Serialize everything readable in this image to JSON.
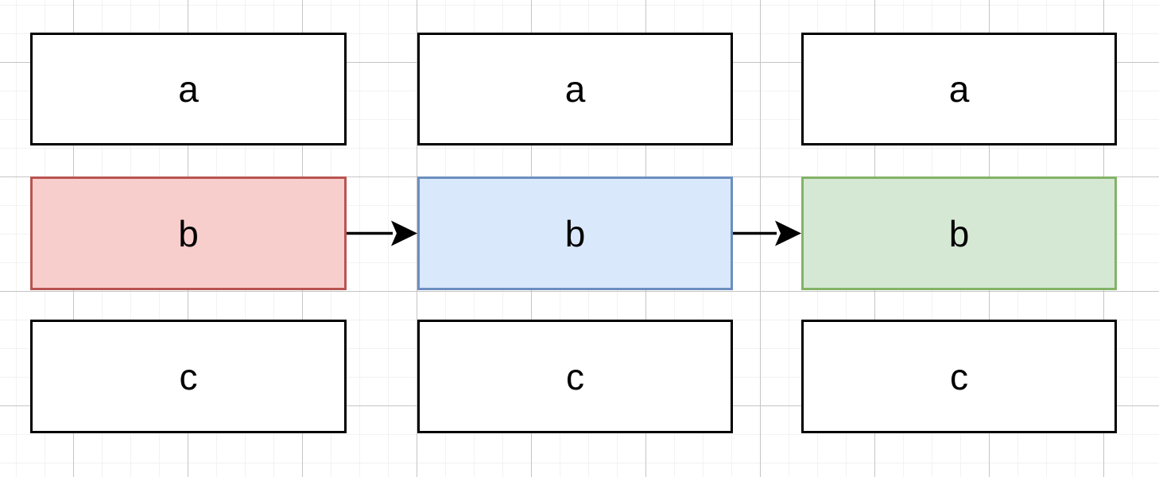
{
  "canvas": {
    "grid_minor_color": "#f2f2f2",
    "grid_major_color": "#c5c5c5",
    "background_color": "#ffffff"
  },
  "nodes": [
    {
      "id": "a1",
      "label": "a",
      "fill": "#ffffff",
      "stroke": "#000000"
    },
    {
      "id": "a2",
      "label": "a",
      "fill": "#ffffff",
      "stroke": "#000000"
    },
    {
      "id": "a3",
      "label": "a",
      "fill": "#ffffff",
      "stroke": "#000000"
    },
    {
      "id": "b1",
      "label": "b",
      "fill": "#f8cecc",
      "stroke": "#b85450"
    },
    {
      "id": "b2",
      "label": "b",
      "fill": "#dae8fc",
      "stroke": "#6c8ebf"
    },
    {
      "id": "b3",
      "label": "b",
      "fill": "#d5e8d4",
      "stroke": "#82b366"
    },
    {
      "id": "c1",
      "label": "c",
      "fill": "#ffffff",
      "stroke": "#000000"
    },
    {
      "id": "c2",
      "label": "c",
      "fill": "#ffffff",
      "stroke": "#000000"
    },
    {
      "id": "c3",
      "label": "c",
      "fill": "#ffffff",
      "stroke": "#000000"
    }
  ],
  "edges": [
    {
      "id": "b1-to-b2",
      "color": "#000000"
    },
    {
      "id": "b2-to-b3",
      "color": "#000000"
    }
  ]
}
